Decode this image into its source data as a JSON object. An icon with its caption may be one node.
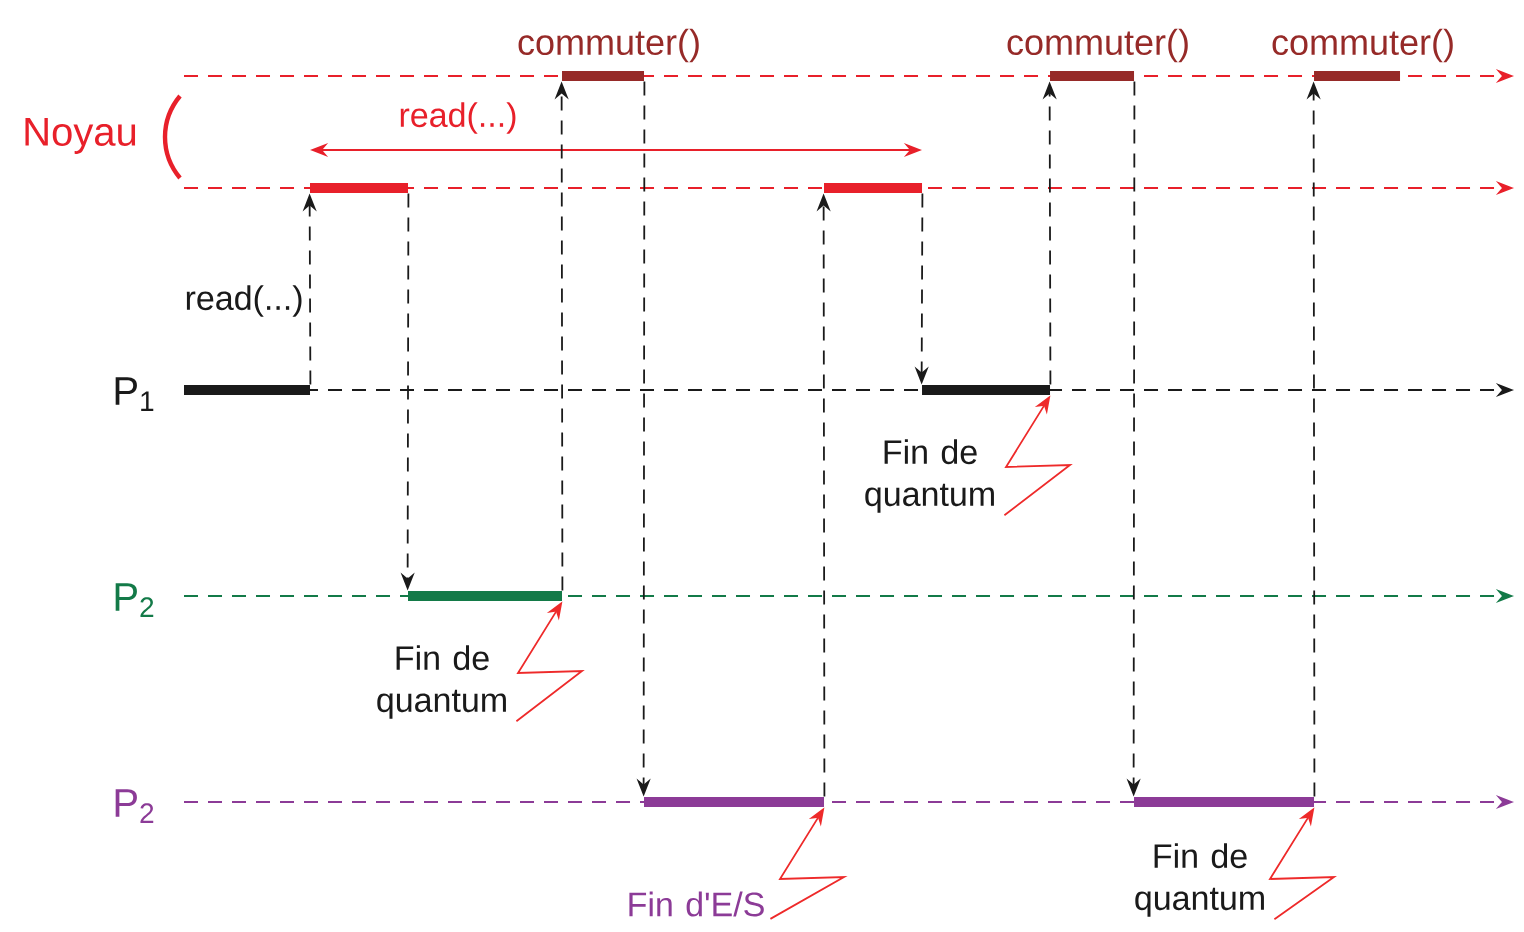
{
  "diagram": {
    "nodes": [
      {
        "text": [
          "commuter()"
        ]
      },
      {
        "text": [
          "commuter()"
        ]
      },
      {
        "text": [
          "commuter()"
        ]
      },
      {
        "text": [],
        "shape": "bar"
      },
      {
        "text": [],
        "shape": "bar"
      },
      {
        "text": [],
        "shape": "bar"
      },
      {
        "text": [],
        "shape": "bar"
      },
      {
        "text": [
          "Fin de quantum"
        ]
      },
      {
        "text": [],
        "shape": "bar"
      },
      {
        "text": [
          "Fin de quantum"
        ]
      },
      {
        "text": [],
        "shape": "bar"
      },
      {
        "text": [],
        "shape": "bar"
      },
      {
        "text": [
          "Fin d'E/S"
        ]
      },
      {
        "text": [
          "Fin de quantum"
        ]
      }
    ],
    "edges": [
      {
        "from": 5,
        "to": 3,
        "arrow": "to",
        "style": "dashed",
        "label": "read(...)"
      },
      {
        "from": 3,
        "to": 8,
        "arrow": "to",
        "style": "dashed"
      },
      {
        "from": 8,
        "to": 0,
        "arrow": "to",
        "style": "dashed"
      },
      {
        "from": 0,
        "to": 10,
        "arrow": "to",
        "style": "dashed"
      },
      {
        "from": 10,
        "to": 4,
        "arrow": "to",
        "style": "dashed"
      },
      {
        "from": 4,
        "to": 6,
        "arrow": "to",
        "style": "dashed"
      },
      {
        "from": 6,
        "to": 1,
        "arrow": "to",
        "style": "dashed"
      },
      {
        "from": 1,
        "to": 11,
        "arrow": "to",
        "style": "dashed"
      },
      {
        "from": 11,
        "to": 2,
        "arrow": "to",
        "style": "dashed"
      },
      {
        "from": 7,
        "to": 6,
        "arrow": "to",
        "color": "#ee2a2a"
      },
      {
        "from": 9,
        "to": 8,
        "arrow": "to",
        "color": "#ee2a2a"
      },
      {
        "from": 12,
        "to": 10,
        "arrow": "to",
        "color": "#ee2a2a"
      },
      {
        "from": 13,
        "to": 11,
        "arrow": "to",
        "color": "#ee2a2a"
      }
    ],
    "labels": [
      "Noyau",
      "read(...)",
      "P$_{1}$",
      "P$_{2}$",
      "P$_{2}$"
    ]
  }
}
